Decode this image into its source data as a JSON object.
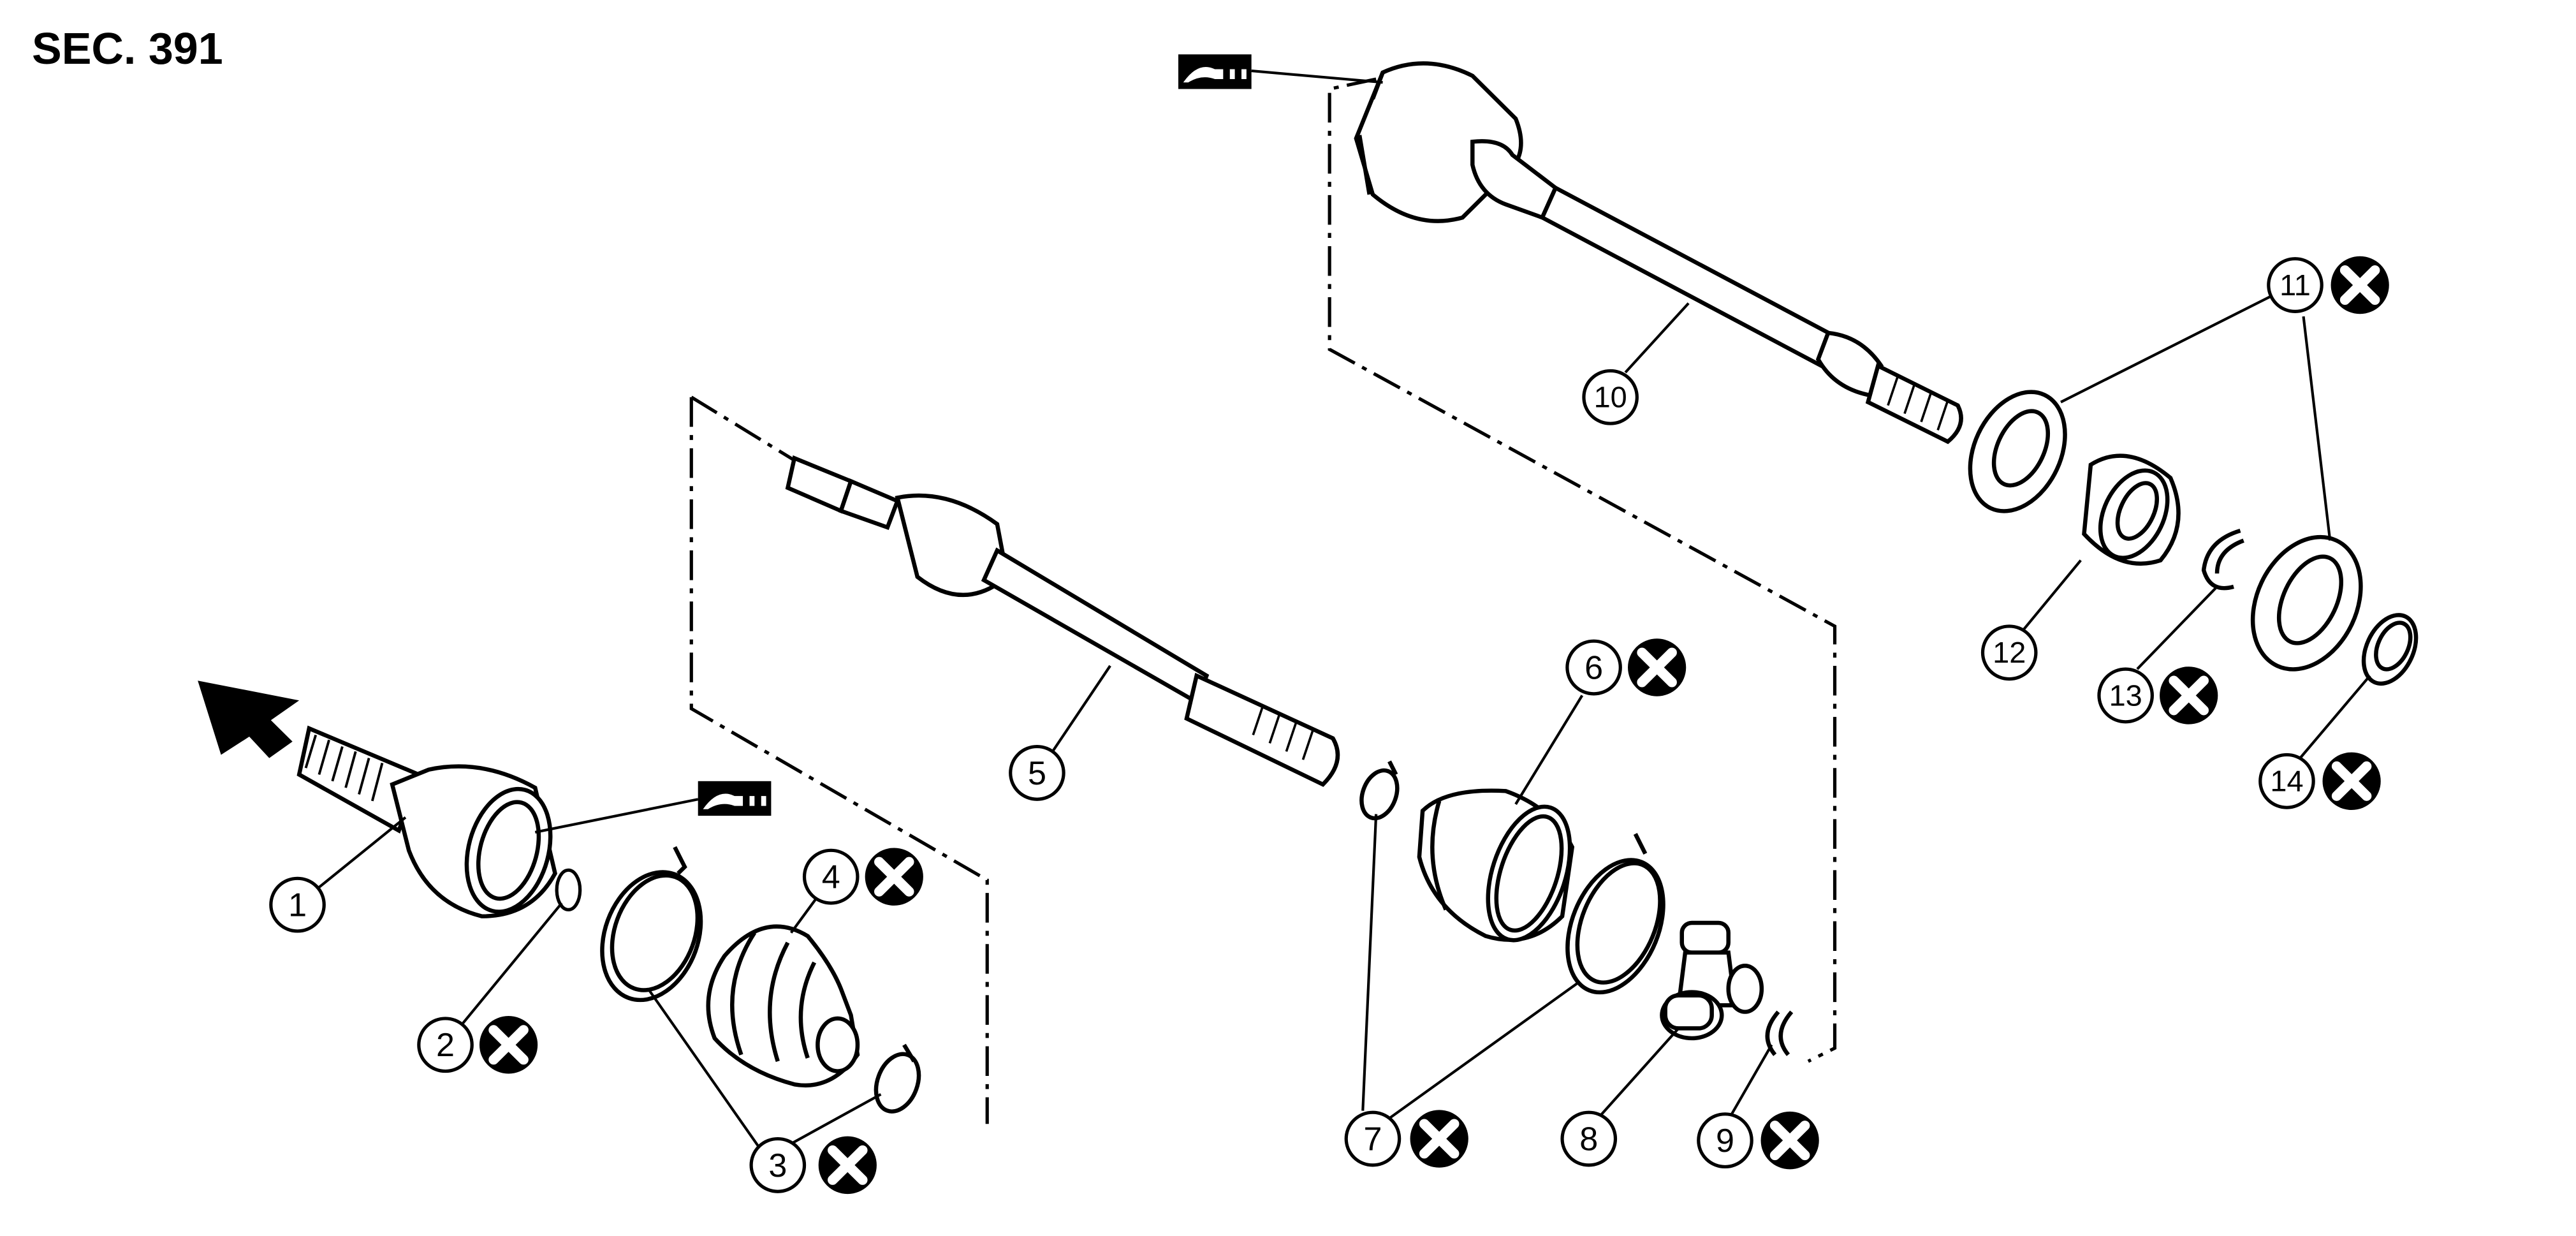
{
  "section_label": "SEC. 391",
  "callouts": [
    {
      "num": "1",
      "replace": false
    },
    {
      "num": "2",
      "replace": true
    },
    {
      "num": "3",
      "replace": true
    },
    {
      "num": "4",
      "replace": true
    },
    {
      "num": "5",
      "replace": false
    },
    {
      "num": "6",
      "replace": true
    },
    {
      "num": "7",
      "replace": true
    },
    {
      "num": "8",
      "replace": false
    },
    {
      "num": "9",
      "replace": true
    },
    {
      "num": "10",
      "replace": false
    },
    {
      "num": "11",
      "replace": true
    },
    {
      "num": "12",
      "replace": false
    },
    {
      "num": "13",
      "replace": true
    },
    {
      "num": "14",
      "replace": true
    }
  ],
  "symbols": {
    "replace_icon": "circle-x-icon",
    "grease_icon": "grease-fill-icon",
    "direction_icon": "front-arrow-icon"
  },
  "colors": {
    "ink": "#000000",
    "paper": "#ffffff"
  }
}
